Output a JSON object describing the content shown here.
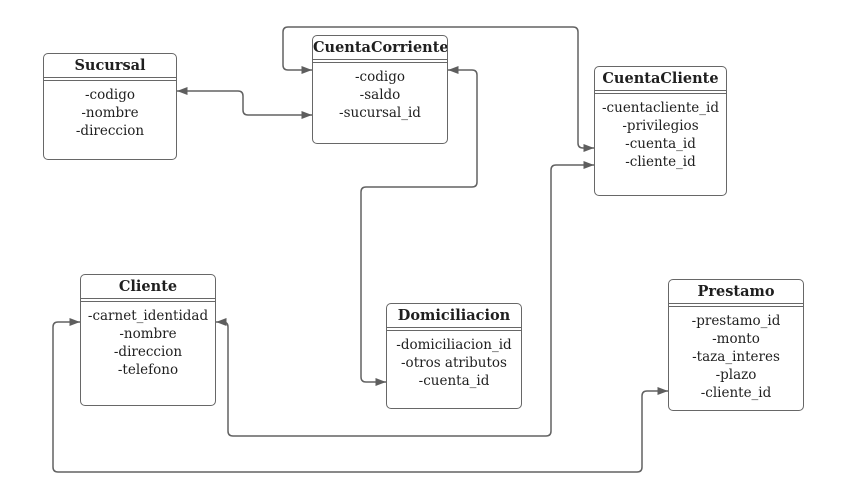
{
  "diagram": {
    "background_color": "#ffffff",
    "line_color": "#626262",
    "border_color": "#676767",
    "text_color": "#1f1f1f"
  },
  "entities": [
    {
      "title": "Sucursal",
      "fields": [
        "-codigo",
        "-nombre",
        "-direccion"
      ]
    },
    {
      "title": "CuentaCorriente",
      "fields": [
        "-codigo",
        "-saldo",
        "-sucursal_id"
      ]
    },
    {
      "title": "CuentaCliente",
      "fields": [
        "-cuentacliente_id",
        "-privilegios",
        "-cuenta_id",
        "-cliente_id"
      ]
    },
    {
      "title": "Cliente",
      "fields": [
        "-carnet_identidad",
        "-nombre",
        "-direccion",
        "-telefono"
      ]
    },
    {
      "title": "Domiciliacion",
      "fields": [
        "-domiciliacion_id",
        "-otros atributos",
        "-cuenta_id"
      ]
    },
    {
      "title": "Prestamo",
      "fields": [
        "-prestamo_id",
        "-monto",
        "-taza_interes",
        "-plazo",
        "-cliente_id"
      ]
    }
  ],
  "connectors": [
    {
      "between": [
        "CuentaCorriente",
        "Sucursal"
      ],
      "arrow_heads": "both"
    },
    {
      "between": [
        "CuentaCliente",
        "CuentaCorriente"
      ],
      "arrow_heads": "both"
    },
    {
      "between": [
        "Domiciliacion",
        "CuentaCorriente"
      ],
      "arrow_heads": "both"
    },
    {
      "between": [
        "Cliente",
        "CuentaCliente"
      ],
      "arrow_heads": "both"
    },
    {
      "between": [
        "Prestamo",
        "Cliente"
      ],
      "arrow_heads": "both"
    }
  ]
}
